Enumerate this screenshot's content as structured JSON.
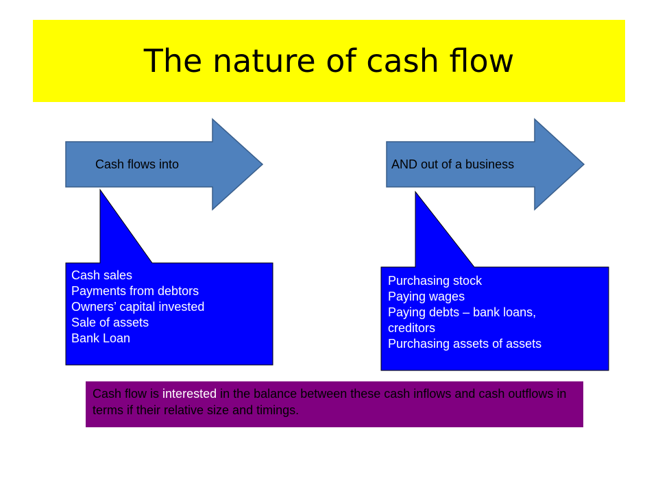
{
  "slide": {
    "title": "The nature of cash flow",
    "colors": {
      "title_bg": "#ffff00",
      "arrow_fill": "#4f81bd",
      "arrow_stroke": "#385d8a",
      "callout_fill": "#0000ff",
      "summary_fill": "#800080"
    }
  },
  "inflow": {
    "arrow_label": "Cash flows into",
    "items": [
      "Cash sales",
      "Payments from debtors",
      "Owners’ capital invested",
      "Sale of assets",
      "Bank Loan"
    ]
  },
  "outflow": {
    "arrow_label": "AND out of a business",
    "items": [
      "Purchasing stock",
      "Paying wages",
      "Paying debts – bank loans,",
      "creditors",
      "Purchasing assets of assets"
    ]
  },
  "summary": {
    "prefix": "Cash flow is ",
    "highlight": "interested",
    "suffix": " in the balance between these cash inflows and cash outflows in terms if their relative size and timings."
  }
}
